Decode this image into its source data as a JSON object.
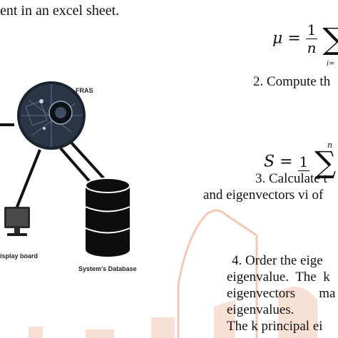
{
  "top_text": "ent in an excel sheet.",
  "diagram": {
    "fras_label": "FRAS",
    "display_label": "isplay board",
    "database_label": "System's Database"
  },
  "formulas": {
    "mu": {
      "lhs": "μ",
      "eq": "=",
      "num": "1",
      "den": "n",
      "sum": "∑",
      "sub": "i="
    },
    "s": {
      "lhs": "S",
      "eq": "=",
      "num": "1",
      "den": "",
      "sum": "∑",
      "sup": "n"
    }
  },
  "steps": {
    "step2": "2.  Compute th",
    "step3": "3. Calculate t",
    "step3_cont": "and eigenvectors vi of",
    "step4_line1": "4.  Order the eige",
    "step4_line2": "eigenvalue.  The  k",
    "step4_line3": "eigenvectors       ma",
    "step4_line4": "eigenvalues.",
    "step4_line5": "The k principal ei"
  },
  "colors": {
    "watermark": "#f3c7b5",
    "text": "#111111"
  }
}
